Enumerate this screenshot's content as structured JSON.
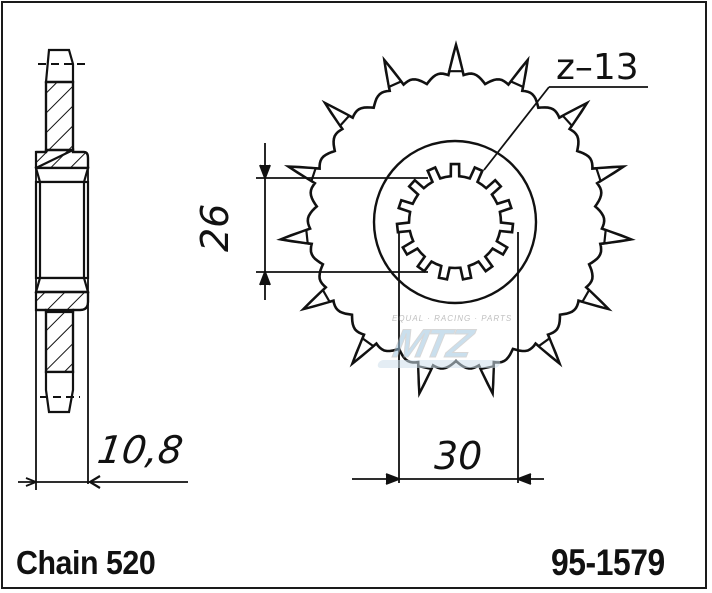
{
  "drawing": {
    "title": "Front sprocket technical drawing",
    "teeth_count_label": "z–13",
    "teeth_count": 13,
    "outer_teeth_drawn": 15,
    "dimensions": {
      "spline_diameter": {
        "label": "26",
        "value": 26,
        "orientation": "vertical"
      },
      "hub_width": {
        "label": "30",
        "value": 30,
        "orientation": "horizontal"
      },
      "thickness": {
        "label": "10,8",
        "value": 10.8,
        "orientation": "horizontal"
      }
    },
    "views": [
      "side-section-view",
      "front-view"
    ]
  },
  "footer": {
    "chain_label": "Chain 520",
    "part_number": "95-1579"
  },
  "watermark": {
    "tagline": "EQUAL · RACING · PARTS",
    "logo_text": "MTZ"
  },
  "colors": {
    "line": "#111111",
    "background": "#ffffff",
    "watermark_blue": "#9fc6e0",
    "watermark_gray": "#8a8a8a"
  }
}
